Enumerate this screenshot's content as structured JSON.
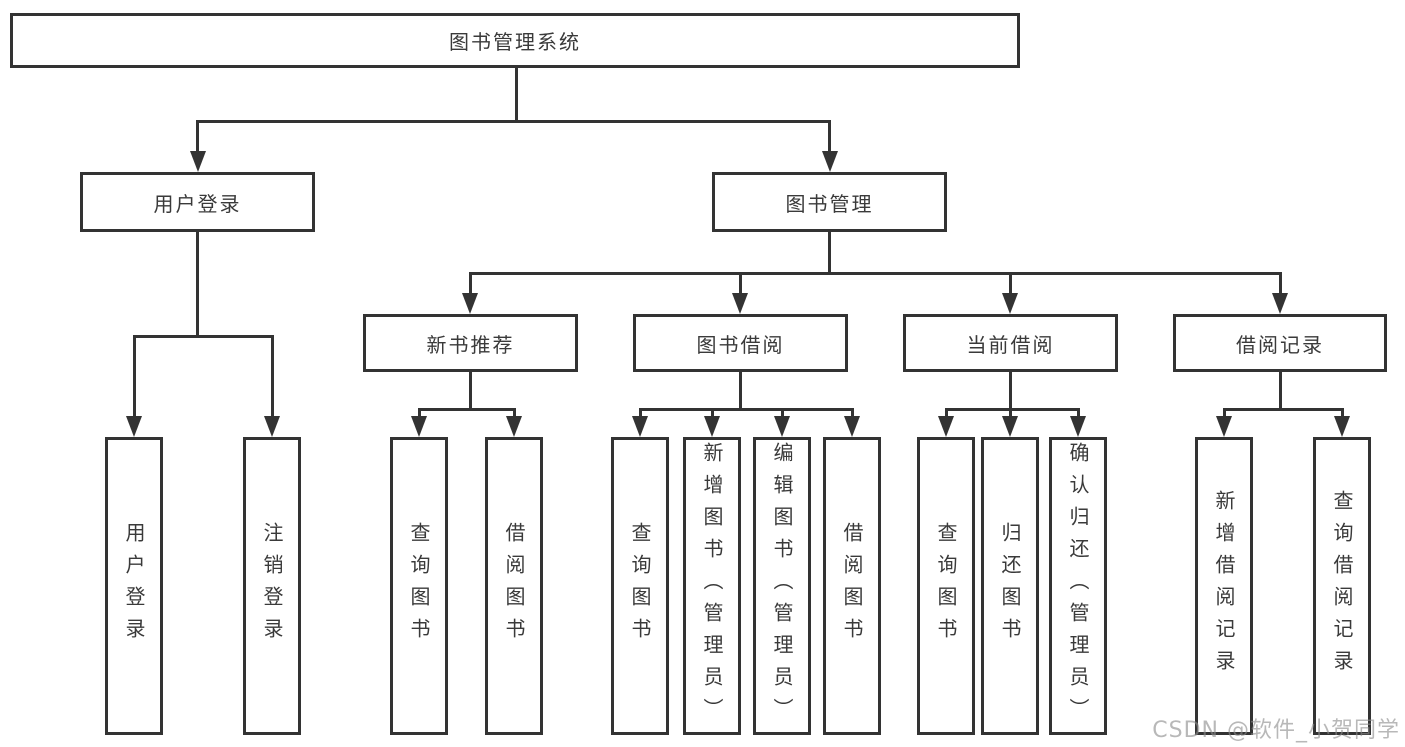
{
  "diagram": {
    "root_label": "图书管理系统",
    "level2": [
      {
        "label": "用户登录"
      },
      {
        "label": "图书管理"
      }
    ],
    "level3": [
      {
        "label": "新书推荐"
      },
      {
        "label": "图书借阅"
      },
      {
        "label": "当前借阅"
      },
      {
        "label": "借阅记录"
      }
    ],
    "leaves": {
      "user_login": [
        "用户登录",
        "注销登录"
      ],
      "new_book": [
        "查询图书",
        "借阅图书"
      ],
      "book_borrow": [
        "查询图书",
        "新增图书（管理员）",
        "编辑图书（管理员）",
        "借阅图书"
      ],
      "current_borrow": [
        "查询图书",
        "归还图书",
        "确认归还（管理员）"
      ],
      "borrow_records": [
        "新增借阅记录",
        "查询借阅记录"
      ]
    },
    "watermark": "CSDN @软件_小贺同学",
    "colors": {
      "line": "#333333",
      "text": "#3a3a3a",
      "watermark": "#8d8d8d",
      "background": "#ffffff"
    }
  }
}
